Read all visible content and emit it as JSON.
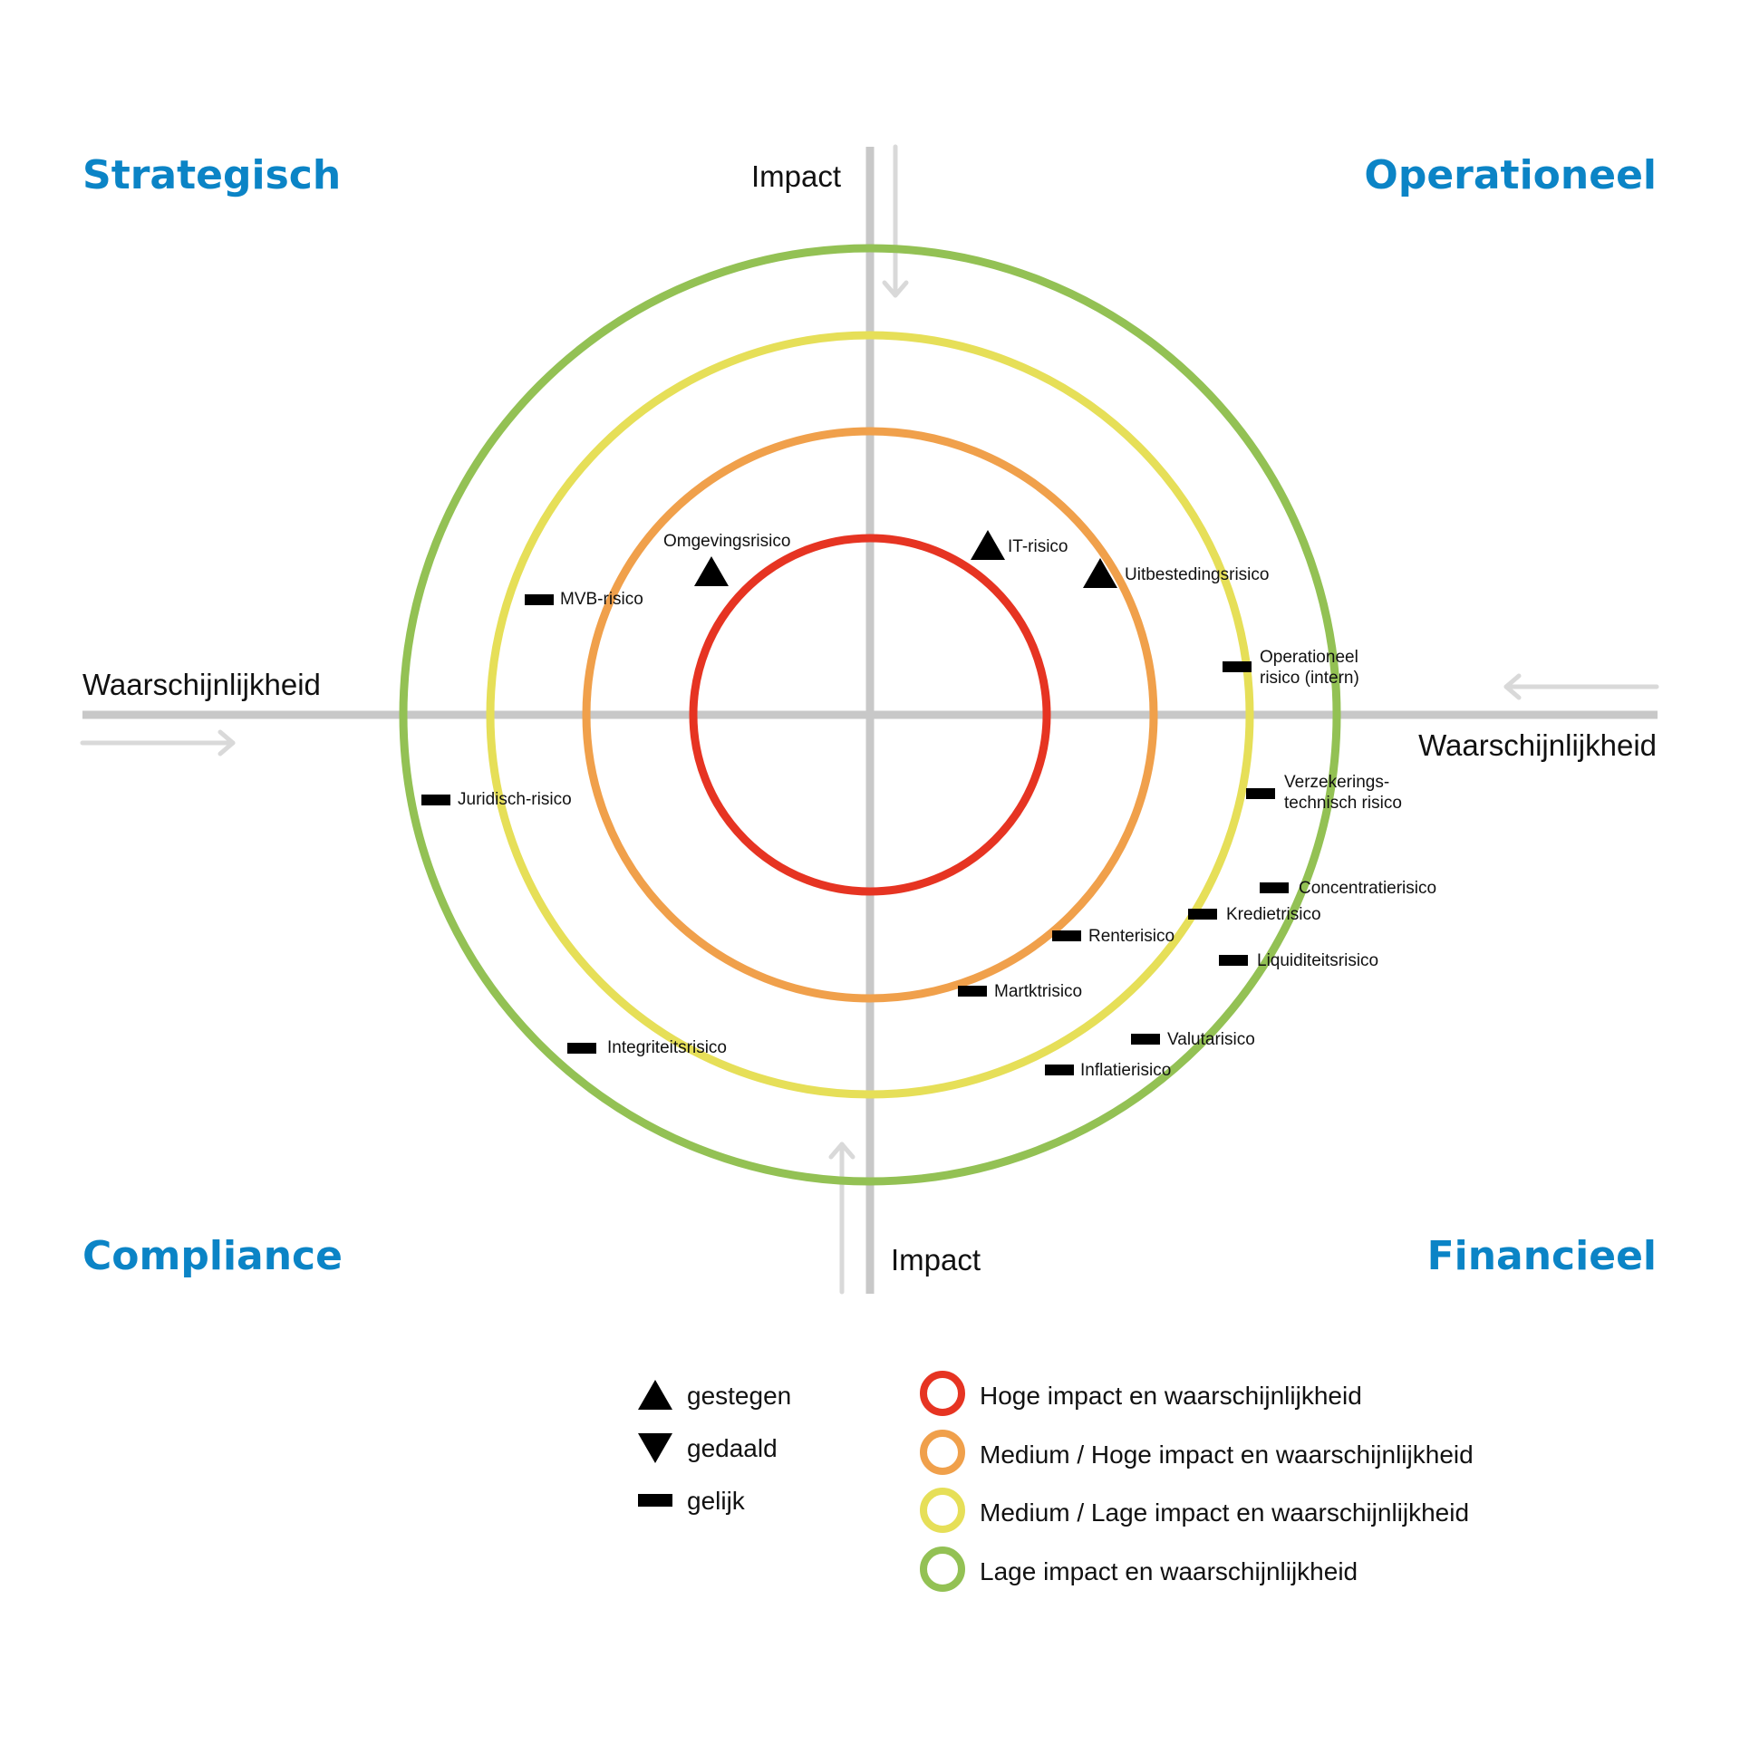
{
  "colors": {
    "accent_blue": "#0b84c6",
    "axis_gray": "#c8c8c8",
    "arrow_gray": "#d9d9d9",
    "marker": "#000000",
    "ring_high": "#e63422",
    "ring_medium_high": "#f0a04b",
    "ring_medium_low": "#e6df58",
    "ring_low": "#93c154"
  },
  "quadrants": {
    "top_left": "Strategisch",
    "top_right": "Operationeel",
    "bottom_left": "Compliance",
    "bottom_right": "Financieel"
  },
  "axes": {
    "impact_top": "Impact",
    "impact_bottom": "Impact",
    "likelihood_left": "Waarschijnlijkheid",
    "likelihood_right": "Waarschijnlijkheid"
  },
  "risks": [
    {
      "id": "omgevingsrisico",
      "label": "Omgevingsrisico",
      "trend": "up"
    },
    {
      "id": "it-risico",
      "label": "IT-risico",
      "trend": "up"
    },
    {
      "id": "uitbestedingsrisico",
      "label": "Uitbestedingsrisico",
      "trend": "up"
    },
    {
      "id": "mvb-risico",
      "label": "MVB-risico",
      "trend": "equal"
    },
    {
      "id": "operationeel-risico-intern",
      "label": "Operationeel\nrisico (intern)",
      "trend": "equal"
    },
    {
      "id": "juridisch-risico",
      "label": "Juridisch-risico",
      "trend": "equal"
    },
    {
      "id": "verzekeringstechnisch-risico",
      "label": "Verzekerings-\ntechnisch risico",
      "trend": "equal"
    },
    {
      "id": "concentratierisico",
      "label": "Concentratierisico",
      "trend": "equal"
    },
    {
      "id": "kredietrisico",
      "label": "Kredietrisico",
      "trend": "equal"
    },
    {
      "id": "renterisico",
      "label": "Renterisico",
      "trend": "equal"
    },
    {
      "id": "liquiditeitsrisico",
      "label": "Liquiditeitsrisico",
      "trend": "equal"
    },
    {
      "id": "marktrisico",
      "label": "Martktrisico",
      "trend": "equal"
    },
    {
      "id": "integriteitsrisico",
      "label": "Integriteitsrisico",
      "trend": "equal"
    },
    {
      "id": "valutarisico",
      "label": "Valutarisico",
      "trend": "equal"
    },
    {
      "id": "inflatierisico",
      "label": "Inflatierisico",
      "trend": "equal"
    }
  ],
  "legend": {
    "trends": [
      {
        "icon": "triangle-up-icon",
        "label": "gestegen"
      },
      {
        "icon": "triangle-down-icon",
        "label": "gedaald"
      },
      {
        "icon": "dash-icon",
        "label": "gelijk"
      }
    ],
    "levels": [
      {
        "color": "#e63422",
        "label": "Hoge impact en waarschijnlijkheid"
      },
      {
        "color": "#f0a04b",
        "label": "Medium / Hoge impact en waarschijnlijkheid"
      },
      {
        "color": "#e6df58",
        "label": "Medium / Lage impact en waarschijnlijkheid"
      },
      {
        "color": "#93c154",
        "label": "Lage impact en waarschijnlijkheid"
      }
    ]
  }
}
